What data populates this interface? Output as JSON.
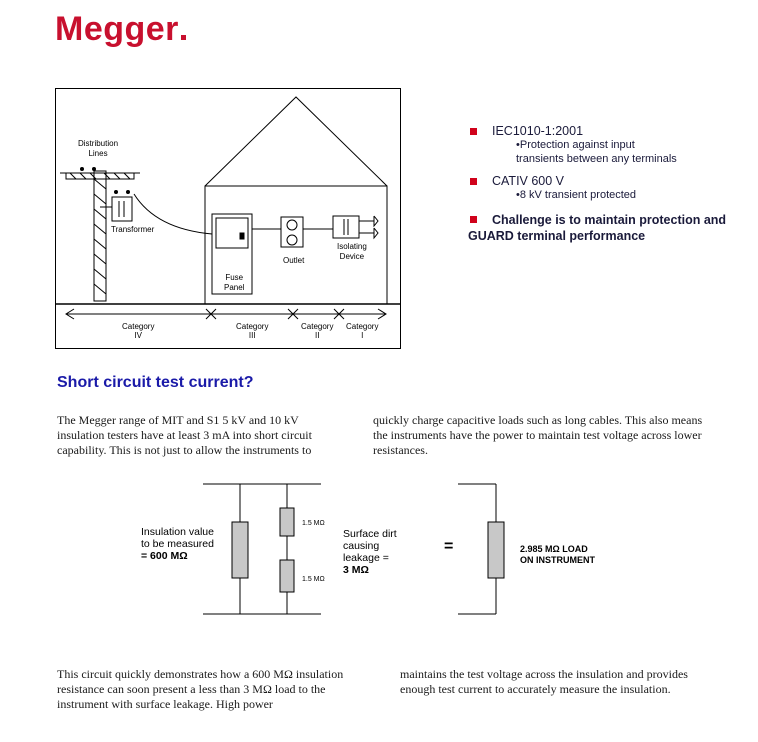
{
  "brand": {
    "logo_text": "Megger"
  },
  "diagram": {
    "distribution_lines": [
      "Distribution",
      "Lines"
    ],
    "transformer": "Transformer",
    "outlet": "Outlet",
    "isolating_device": [
      "Isolating",
      "Device"
    ],
    "fuse_panel": [
      "Fuse",
      "Panel"
    ],
    "categories": [
      {
        "name": "Category",
        "level": "IV"
      },
      {
        "name": "Category",
        "level": "III"
      },
      {
        "name": "Category",
        "level": "II"
      },
      {
        "name": "Category",
        "level": "I"
      }
    ]
  },
  "bullets": [
    {
      "title": "IEC1010-1:2001",
      "sub": [
        "•Protection against input",
        "transients between any terminals"
      ]
    },
    {
      "title": "CATIV 600 V",
      "sub": [
        "•8 kV transient protected"
      ]
    },
    {
      "title": "Challenge is to maintain protection and GUARD terminal performance",
      "sub": []
    }
  ],
  "section_title": "Short circuit test current?",
  "intro_col1": "The Megger range of MIT and S1 5 kV and 10 kV insulation testers have at least 3 mA into short circuit capability. This is not just to allow the instruments to",
  "intro_col2": "quickly charge capacitive loads such as long cables. This also means the instruments have the power to maintain test voltage across lower resistances.",
  "circuit": {
    "insulation_label": [
      "Insulation value",
      "to be measured",
      "= 600 MΩ"
    ],
    "r_top": "1.5 MΩ",
    "r_bottom": "1.5 MΩ",
    "surface_label": [
      "Surface dirt",
      "causing",
      "leakage =",
      "3 MΩ"
    ],
    "equals": "=",
    "load_label": [
      "2.985 MΩ  LOAD",
      "ON INSTRUMENT"
    ]
  },
  "outro_col1": "This circuit quickly demonstrates how a 600 MΩ insulation resistance can soon present a less than 3 MΩ load to the instrument with surface leakage. High power",
  "outro_col2": "maintains the test voltage across the insulation and provides enough test current to accurately measure the insulation."
}
